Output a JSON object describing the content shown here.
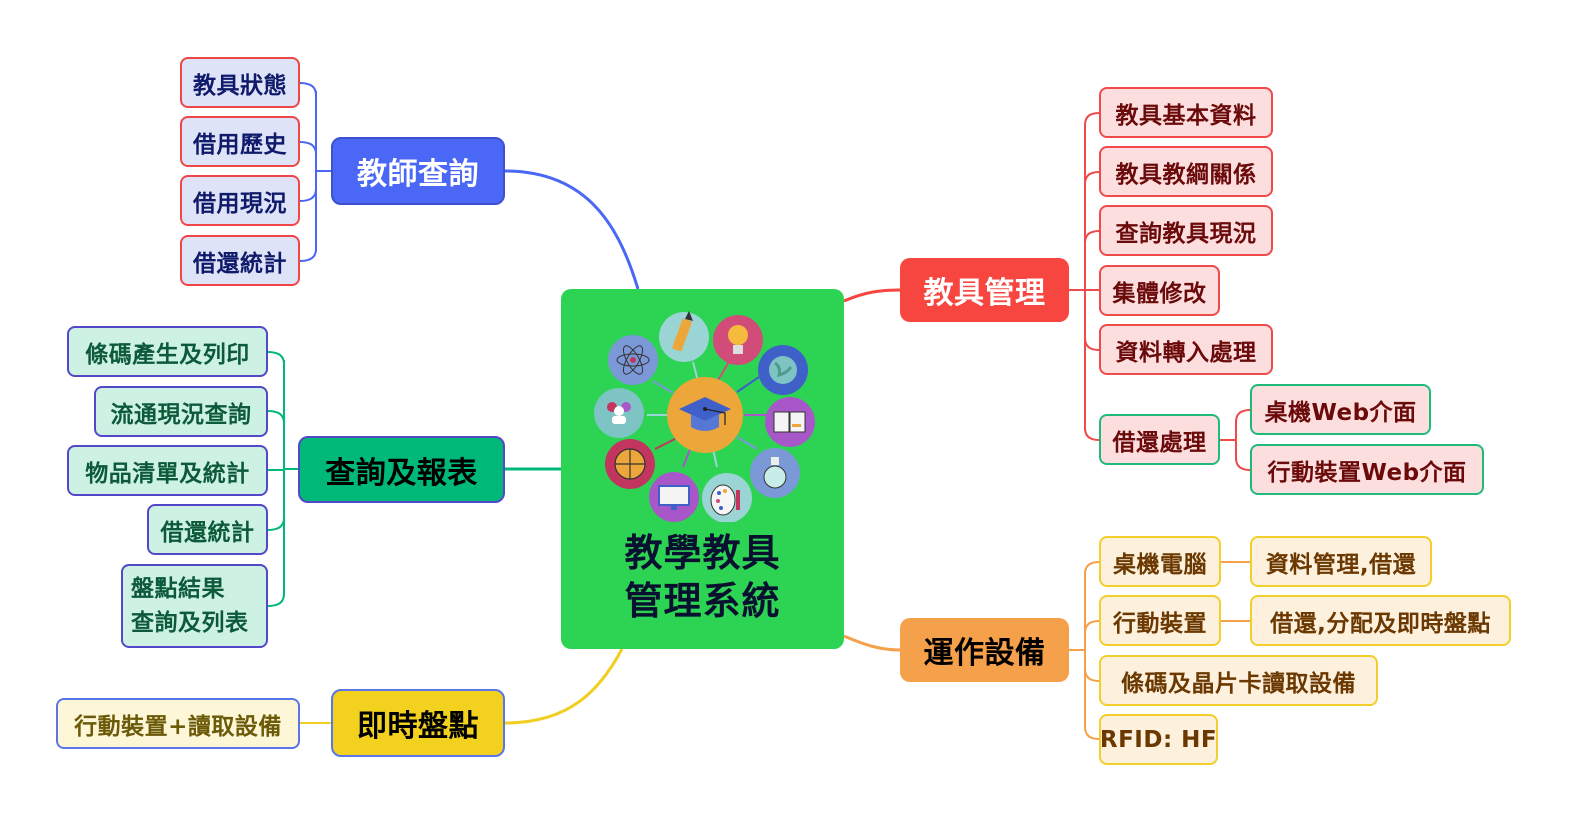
{
  "center": {
    "title_line1": "教學教具",
    "title_line2": "管理系統",
    "illustration_icons": [
      "graduation-cap",
      "pencil",
      "lightbulb",
      "globe",
      "open-book",
      "flask",
      "paint-palette",
      "computer-monitor",
      "basketball",
      "people-group",
      "atom"
    ]
  },
  "branches": {
    "teacher_query": {
      "label": "教師查詢",
      "color": "#4a67f5",
      "children": [
        "教具狀態",
        "借用歷史",
        "借用現況",
        "借還統計"
      ]
    },
    "query_report": {
      "label": "查詢及報表",
      "color": "#00b877",
      "children": [
        "條碼產生及列印",
        "流通現況查詢",
        "物品清單及統計",
        "借還統計",
        "盤點結果\n查詢及列表"
      ],
      "child_lines": {
        "inventory_line1": "盤點結果",
        "inventory_line2": "查詢及列表"
      }
    },
    "realtime_inventory": {
      "label": "即時盤點",
      "color": "#f3d11f",
      "children": [
        "行動裝置+讀取設備"
      ]
    },
    "equipment_mgmt": {
      "label": "教具管理",
      "color": "#f7453f",
      "children": [
        "教具基本資料",
        "教具教綱關係",
        "查詢教具現況",
        "集體修改",
        "資料轉入處理",
        "借還處理"
      ],
      "borrow_return": {
        "label": "借還處理",
        "children": [
          "桌機Web介面",
          "行動裝置Web介面"
        ]
      }
    },
    "devices": {
      "label": "運作設備",
      "color": "#f5a04b",
      "children": [
        "桌機電腦",
        "行動裝置",
        "條碼及晶片卡讀取設備",
        "RFID: HF"
      ],
      "desktop_detail": "資料管理,借還",
      "mobile_detail": "借還,分配及即時盤點"
    }
  }
}
